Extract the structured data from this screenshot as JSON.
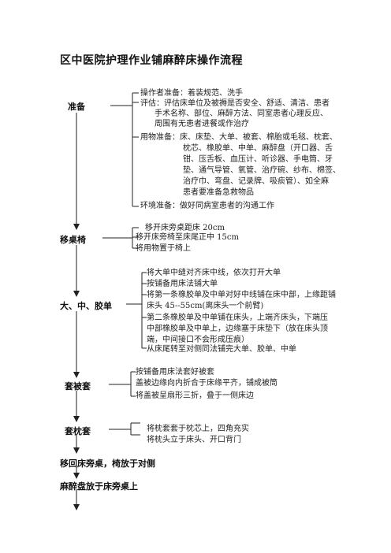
{
  "title": "区中医院护理作业铺麻醉床操作流程",
  "steps": [
    {
      "label": "准备"
    },
    {
      "label": "移桌椅"
    },
    {
      "label": "大、中、胶单"
    },
    {
      "label": "套被套"
    },
    {
      "label": "套枕套"
    },
    {
      "label": "移回床旁桌，椅放于对侧"
    },
    {
      "label": "麻醉盘放于床旁桌上"
    }
  ],
  "details": {
    "prepare": [
      "操作者准备：着装规范、洗手",
      "评估：评估床单位及被褥是否安全、舒适、清洁、患者",
      "手术名称、部位、麻醉方法、同室患者心理反应、",
      "周围有无患者进餐或作治疗",
      "用物准备：床、床垫、大单、被套、棉胎或毛毯、枕套、",
      "枕芯、橡胶单、中单、麻醉盘（开口器、舌",
      "钳、压舌板、血压计、听诊器、手电筒、牙",
      "垫、通气导管、氧管、治疗碗、纱布、棉签、",
      "治疗巾、弯盘、记录牌、吸痰管）、如全麻",
      "患者要准备急救物品",
      "环境准备：做好同病室患者的沟通工作"
    ],
    "move": [
      "移开床旁桌距床 20cm",
      "移开床旁椅至床尾正中 15cm",
      "将用物置于椅上"
    ],
    "sheets": [
      "将大单中缝对齐床中线，依次打开大单",
      "按铺备用床法铺大单",
      "将第一条橡胶单及中单对好中线铺在床中部，上缘距铺",
      "床头 45--55cm(离床头一个前臂)",
      "第二条橡胶单及中单铺在床头，上端齐床头，下端压",
      "中部橡胶单及中单上，边缘塞于床垫下（放在床头顶",
      "端，中间接口不会形成压痕）",
      "从床尾转至对侧同法铺完大单、胶单、中单"
    ],
    "quilt": [
      "按铺备用床法套好被套",
      "盖被边缘向内折合于床缘平齐，铺成被筒",
      "将盖被呈扇形三折，叠于一侧床边"
    ],
    "pillow": [
      "将枕套套于枕芯上，四角充实",
      "将枕头立于床头、开口背门"
    ]
  }
}
